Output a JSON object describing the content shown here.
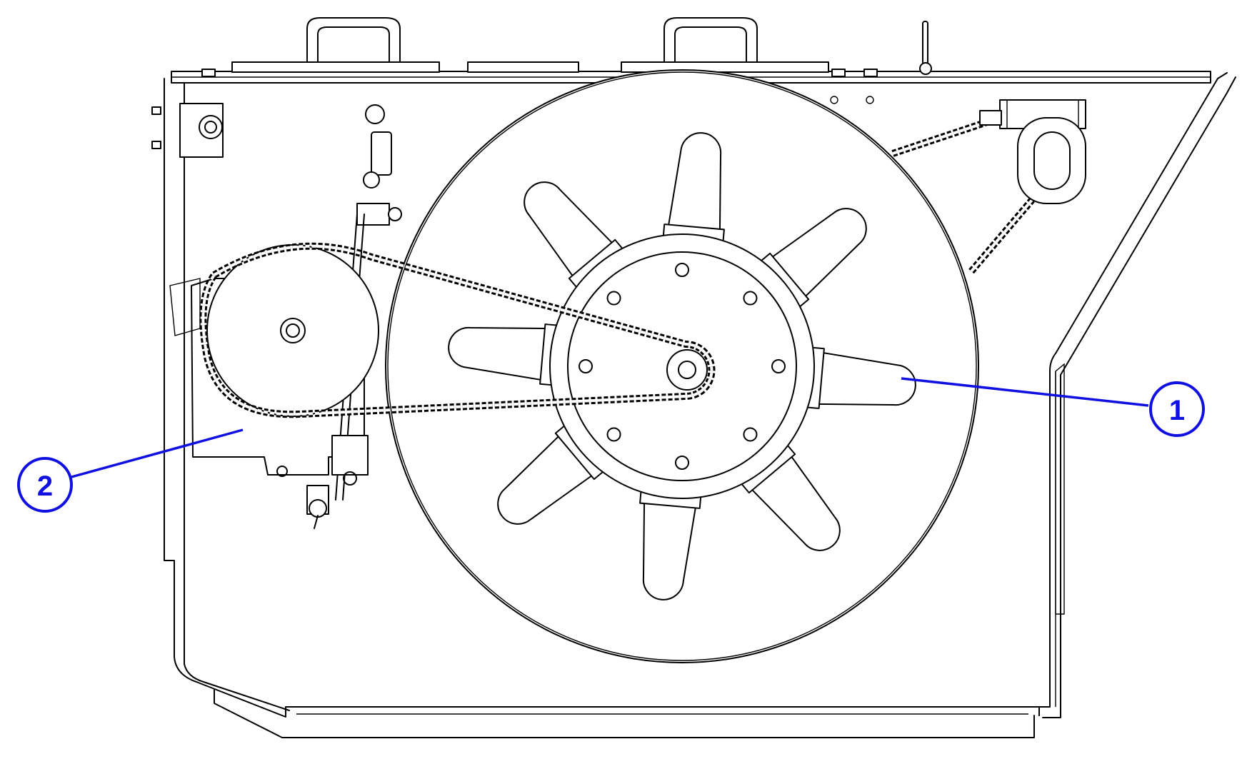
{
  "callouts": [
    {
      "label": "1",
      "part": "fan-rotor"
    },
    {
      "label": "2",
      "part": "chain-drive-bracket"
    }
  ],
  "colors": {
    "line": "#000000",
    "callout": "#1010e0",
    "background": "#ffffff"
  },
  "components": {
    "rotor_blade_count": 8,
    "hub_bolt_count": 8
  }
}
